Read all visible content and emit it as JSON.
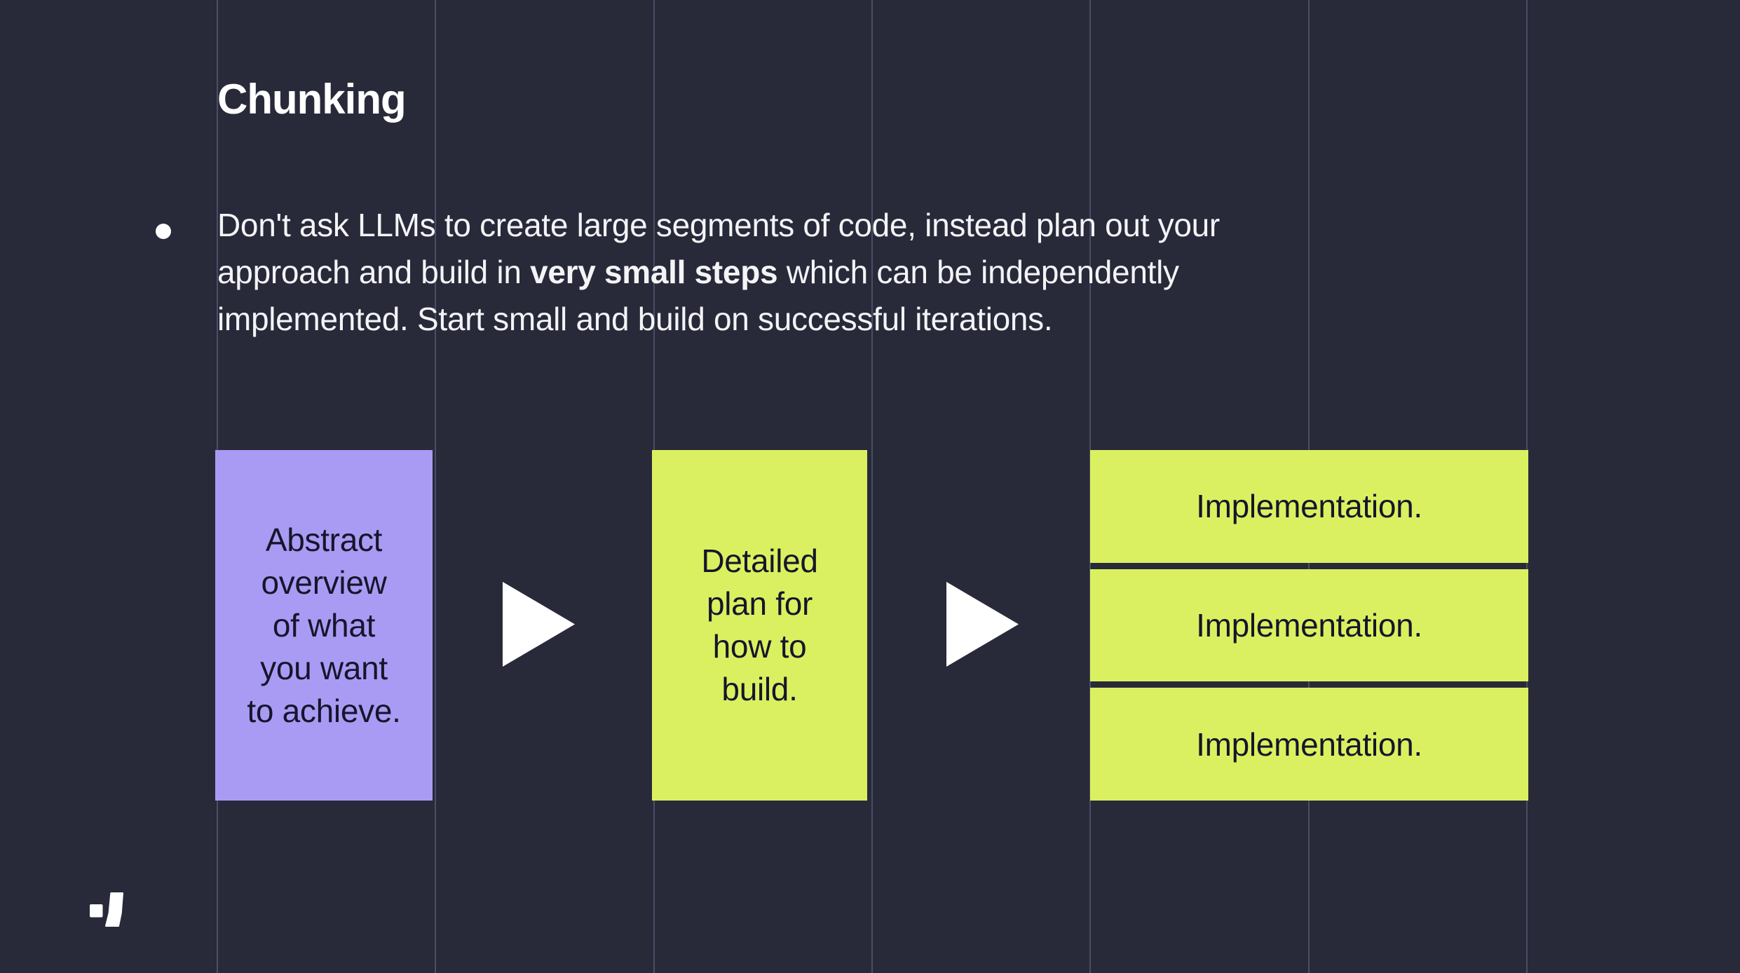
{
  "slide": {
    "title": "Chunking",
    "bullet": {
      "marker_icon": "bullet-dot",
      "lines": [
        [
          {
            "t": "Don't ask LLMs to create large segments of code, instead plan out your"
          }
        ],
        [
          {
            "t": "approach and build in "
          },
          {
            "t": "very small steps",
            "b": true
          },
          {
            "t": " which can be independently"
          }
        ],
        [
          {
            "t": "implemented. Start small and build on successful iterations."
          }
        ]
      ]
    },
    "diagram": {
      "abstract_box": {
        "lines": [
          "Abstract",
          "overview",
          "of what",
          "you want",
          "to achieve."
        ],
        "color": "#a99bf4"
      },
      "plan_box": {
        "lines": [
          "Detailed",
          "plan for",
          "how to",
          "build."
        ],
        "color": "#dbf060"
      },
      "implementation_boxes": {
        "items": [
          "Implementation.",
          "Implementation.",
          "Implementation."
        ],
        "color": "#dbf060"
      },
      "arrow_icons": [
        "arrow-right-icon",
        "arrow-right-icon"
      ]
    },
    "footer": {
      "logo_icon": "brand-logo-icon"
    },
    "colors": {
      "background": "#282a3a",
      "grid_line": "#4b4e64",
      "title_text": "#ffffff",
      "body_text": "#f4f4f6",
      "box_text": "#15162b",
      "arrow": "#ffffff"
    }
  }
}
